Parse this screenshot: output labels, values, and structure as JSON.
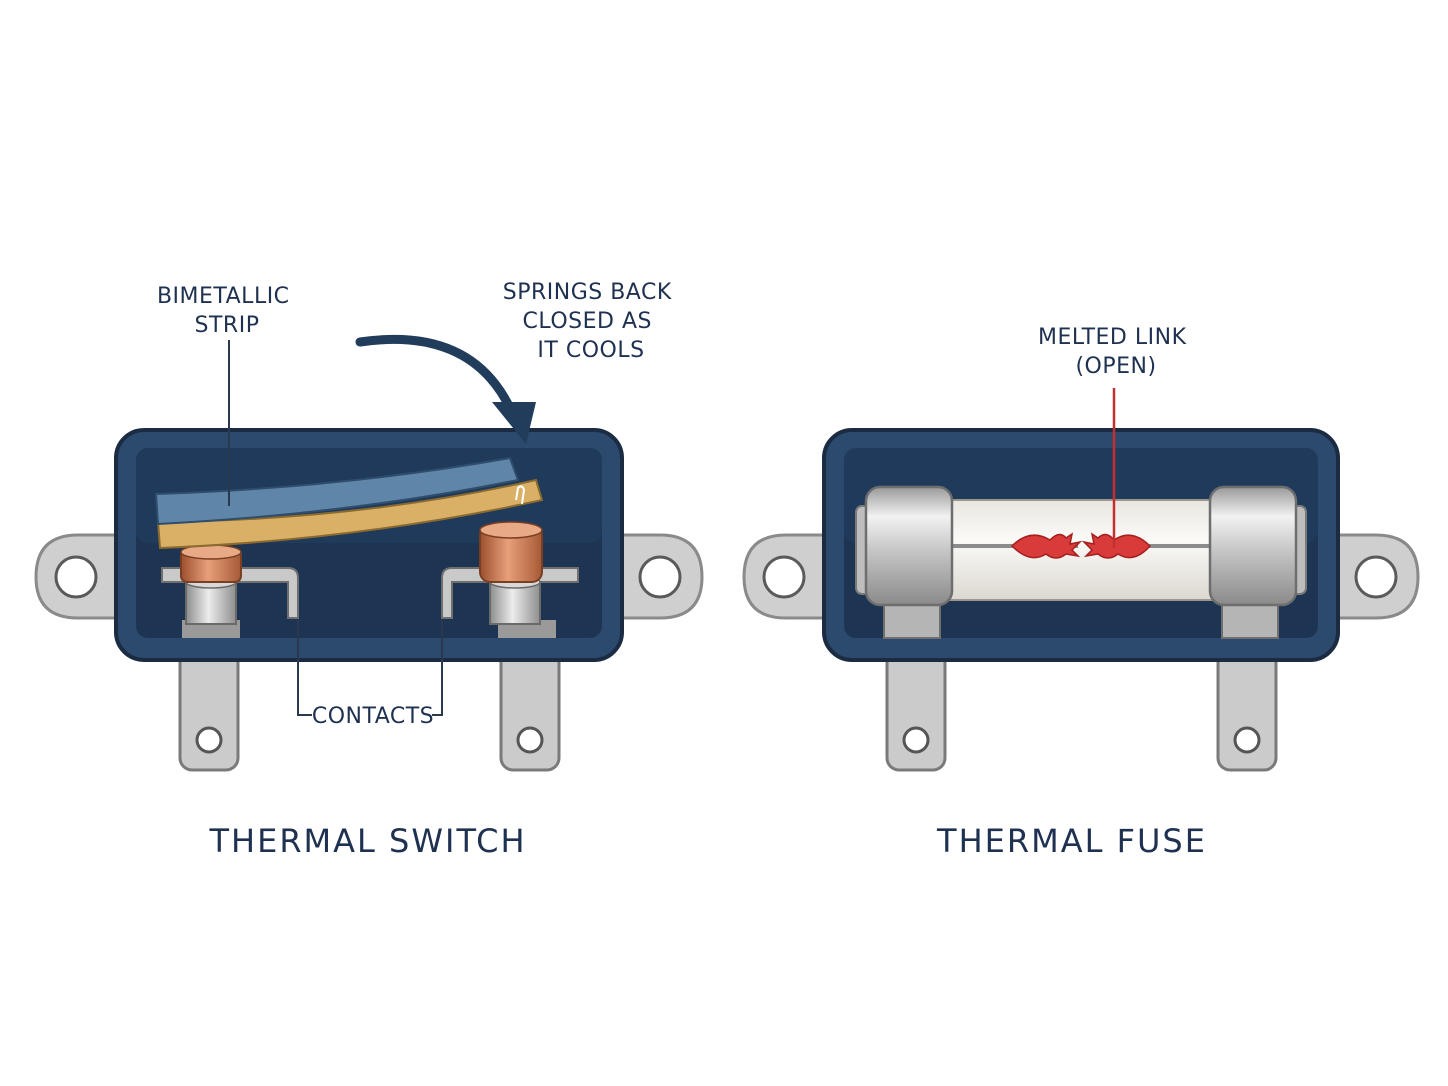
{
  "switch": {
    "title": "THERMAL SWITCH",
    "strip_label": [
      "BIMETALLIC",
      "STRIP"
    ],
    "springs_label": [
      "SPRINGS BACK",
      "CLOSED AS",
      "IT COOLS"
    ],
    "contacts_label": "CONTACTS"
  },
  "fuse": {
    "title": "THERMAL FUSE",
    "link_label": [
      "MELTED LINK",
      "(OPEN)"
    ]
  },
  "colors": {
    "housing": "#2c4a6e",
    "housing_inner": "#1d3553",
    "metal": "#c9c9c9",
    "copper": "#c9774e",
    "strip_blue": "#5f86a8",
    "strip_gold": "#d9b066",
    "melt_red": "#d93a3a",
    "text": "#1f3150"
  }
}
